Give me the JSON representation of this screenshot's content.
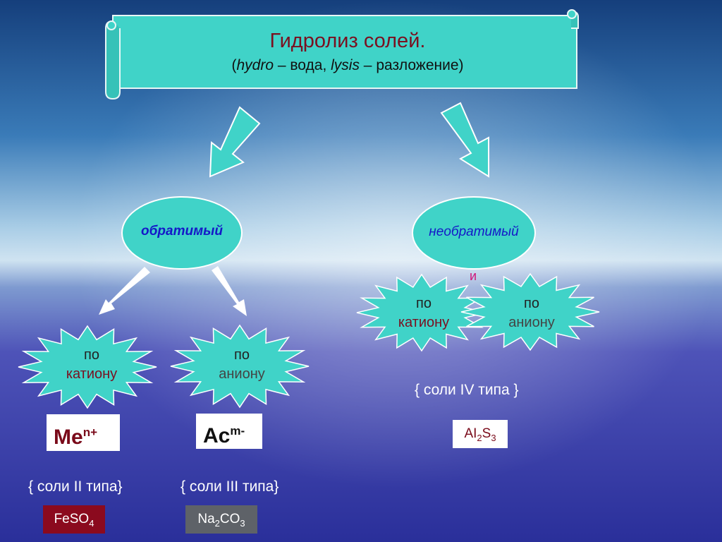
{
  "header": {
    "title": "Гидролиз солей",
    "title_dot": ".",
    "subtitle_open": "(",
    "subtitle_hydro": "hydro",
    "subtitle_mid": " – вода, ",
    "subtitle_lysis": "lysis",
    "subtitle_end": " – разложение)"
  },
  "branches": {
    "reversible": "обратимый",
    "irreversible": "необратимый",
    "connector": "и"
  },
  "stars": {
    "left_cation": {
      "line1": "по",
      "line2": "катиону"
    },
    "left_anion": {
      "line1": "по",
      "line2": "аниону"
    },
    "right_cation": {
      "line1": "по",
      "line2": "катиону"
    },
    "right_anion": {
      "line1": "по",
      "line2": "аниону"
    }
  },
  "ions": {
    "metal": {
      "base": "Me",
      "sup": "n+"
    },
    "acid": {
      "base": "Ac",
      "sup": "m-"
    }
  },
  "types": {
    "type2": "{ соли II типа}",
    "type3": "{ соли  III типа}",
    "type4": "{ соли  IV типа }"
  },
  "formulas": {
    "feso4": {
      "a": "FeSO",
      "sub": "4"
    },
    "na2co3": {
      "a": "Na",
      "sub1": "2",
      "b": "CO",
      "sub2": "3"
    },
    "al2s3": {
      "a": "AI",
      "sub1": "2",
      "b": "S",
      "sub2": "3"
    }
  },
  "colors": {
    "teal": "#40d3c8",
    "sky_top": "#1a4f8a",
    "sea": "#3b3fa8",
    "dark_red": "#8b0a1e",
    "gray_box": "#5e6268"
  }
}
